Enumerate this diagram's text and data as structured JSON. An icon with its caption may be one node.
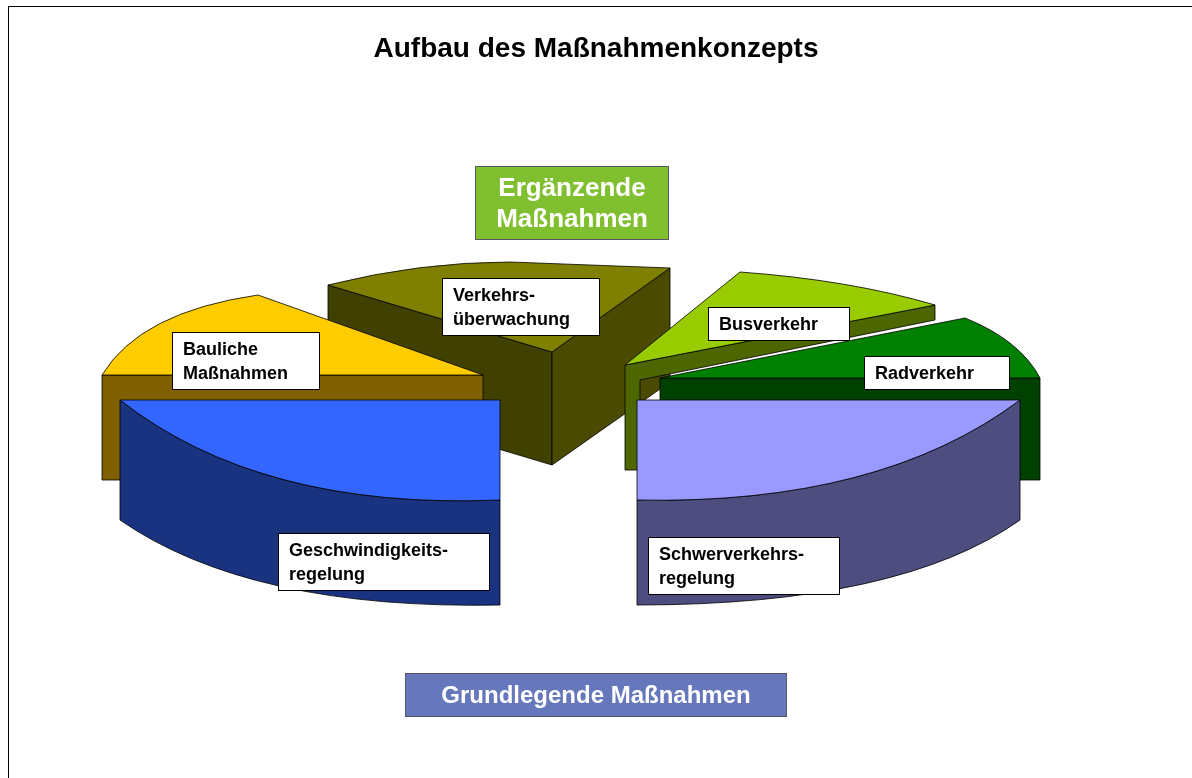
{
  "diagram": {
    "title": "Aufbau des Maßnahmenkonzepts",
    "nodes": [
      {
        "text": [
          "Ergänzende Maßnahmen"
        ]
      },
      {
        "text": [
          "Verkehrs- überwachung"
        ]
      },
      {
        "text": [
          "Busverkehr"
        ]
      },
      {
        "text": [
          "Bauliche Maßnahmen"
        ]
      },
      {
        "text": [
          "Radverkehr"
        ]
      },
      {
        "text": [
          "Geschwindigkeits- regelung"
        ]
      },
      {
        "text": [
          "Schwerverkehrs- regelung"
        ]
      },
      {
        "text": [
          "Grundlegende Maßnahmen"
        ]
      }
    ]
  }
}
